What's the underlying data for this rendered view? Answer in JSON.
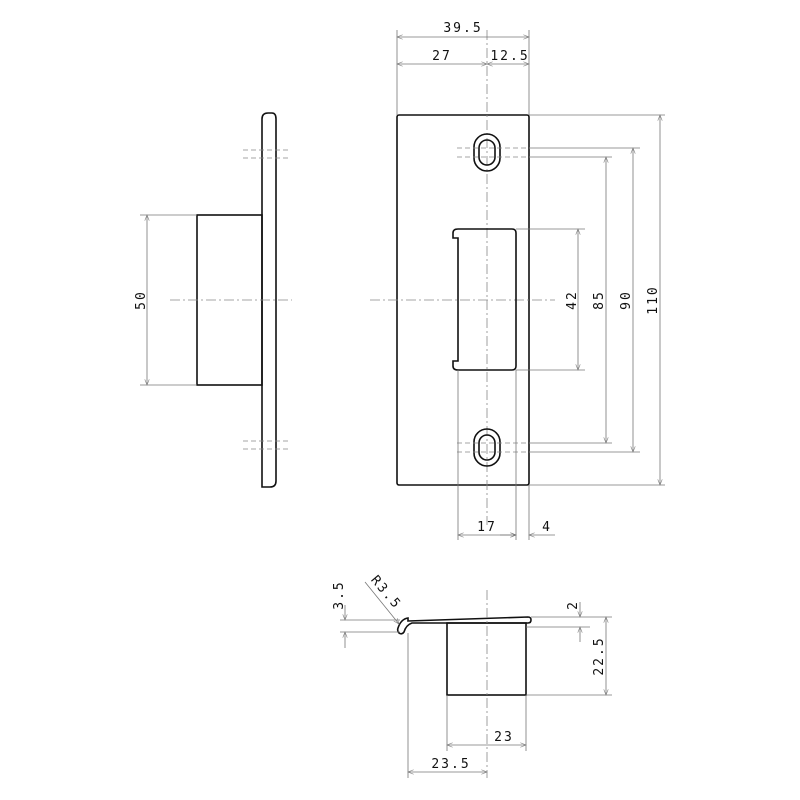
{
  "drawing": {
    "front_view": {
      "width_total": "39.5",
      "width_left": "27",
      "width_right": "12.5",
      "opening_height": "42",
      "hole_pitch_inner": "85",
      "hole_pitch_outer": "90",
      "height_total": "110",
      "opening_width": "17",
      "edge_offset": "4"
    },
    "side_view": {
      "box_height": "50"
    },
    "bottom_view": {
      "plate_offset": "3.5",
      "bend_radius": "R3.5",
      "plate_thickness": "2",
      "box_depth": "22.5",
      "box_width": "23",
      "lip_to_center": "23.5"
    }
  }
}
